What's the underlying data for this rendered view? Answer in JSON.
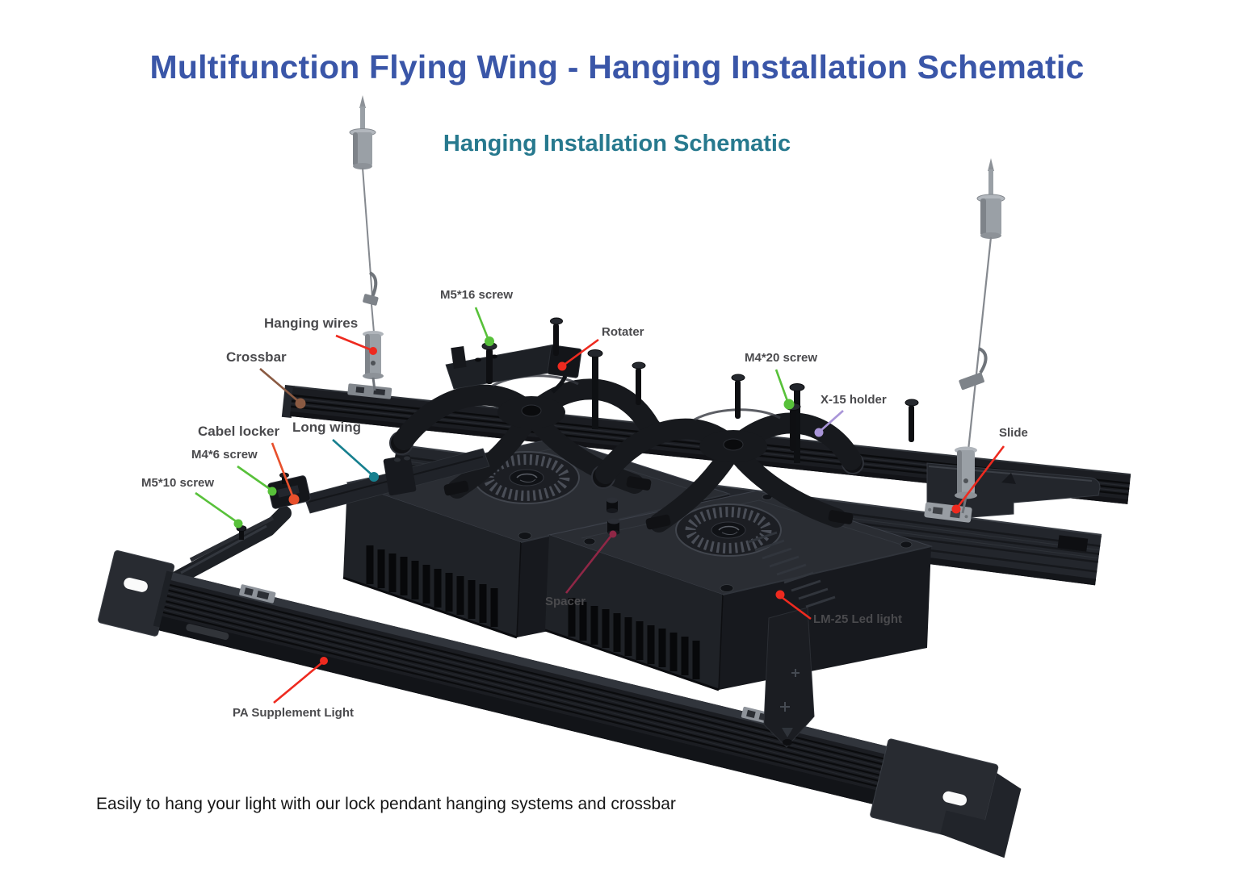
{
  "page": {
    "title": "Multifunction Flying Wing - Hanging Installation Schematic",
    "subtitle": "Hanging Installation Schematic",
    "caption": "Easily to hang your light with our lock pendant hanging systems and crossbar"
  },
  "colors": {
    "title_blue": "#3a56a8",
    "subtitle_teal": "#27798e",
    "label_gray": "#4a4a4d",
    "callout_red": "#ee2a1f",
    "callout_orange_red": "#e8502c",
    "callout_green": "#58c13a",
    "callout_brown": "#8a5a42",
    "callout_teal": "#17808f",
    "callout_purple": "#a995d8",
    "callout_maroon": "#8f2746",
    "product_black": "#17191e",
    "hardware_gray": "#9aa0a6"
  },
  "callouts": [
    {
      "id": "hanging-wires",
      "label": "Hanging wires",
      "color": "#ee2a1f"
    },
    {
      "id": "crossbar",
      "label": "Crossbar",
      "color": "#8a5a42"
    },
    {
      "id": "m5-16-screw",
      "label": "M5*16 screw",
      "color": "#58c13a"
    },
    {
      "id": "rotater",
      "label": "Rotater",
      "color": "#ee2a1f"
    },
    {
      "id": "m4-20-screw",
      "label": "M4*20 screw",
      "color": "#58c13a"
    },
    {
      "id": "x15-holder",
      "label": "X-15 holder",
      "color": "#a995d8"
    },
    {
      "id": "cabel-locker",
      "label": "Cabel locker",
      "color": "#e8502c"
    },
    {
      "id": "long-wing",
      "label": "Long wing",
      "color": "#17808f"
    },
    {
      "id": "m4-6-screw",
      "label": "M4*6 screw",
      "color": "#58c13a"
    },
    {
      "id": "m5-10-screw",
      "label": "M5*10 screw",
      "color": "#58c13a"
    },
    {
      "id": "slide",
      "label": "Slide",
      "color": "#ee2a1f"
    },
    {
      "id": "spacer",
      "label": "Spacer",
      "color": "#8f2746"
    },
    {
      "id": "lm25-led-light",
      "label": "LM-25 Led light",
      "color": "#ee2a1f"
    },
    {
      "id": "pa-supplement-light",
      "label": "PA Supplement Light",
      "color": "#ee2a1f"
    }
  ]
}
